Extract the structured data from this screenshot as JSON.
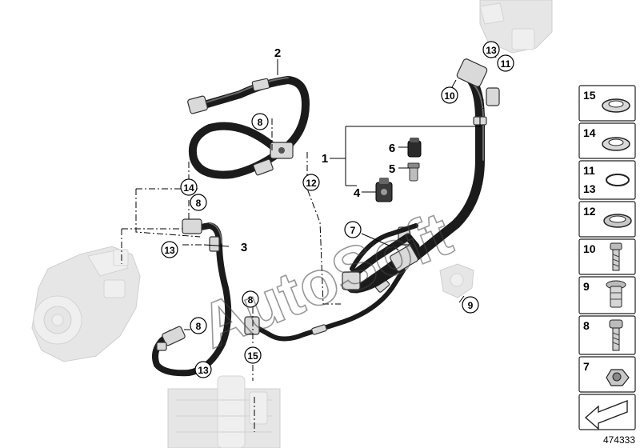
{
  "callouts": {
    "c2": "2",
    "c1": "1",
    "c3": "3",
    "c4": "4",
    "c5": "5",
    "c6": "6",
    "c7": "7",
    "c8a": "8",
    "c8b": "8",
    "c8c": "8",
    "c8d": "8",
    "c9": "9",
    "c10": "10",
    "c11": "11",
    "c12": "12",
    "c13a": "13",
    "c13b": "13",
    "c13c": "13",
    "c14": "14",
    "c15": "15"
  },
  "parts_panel": [
    {
      "label": "15",
      "icon": "sealing-ring-icon"
    },
    {
      "label": "14",
      "icon": "sealing-ring-icon"
    },
    {
      "label": "11\n13",
      "icon": "o-ring-icon"
    },
    {
      "label": "12",
      "icon": "sealing-ring-icon"
    },
    {
      "label": "10",
      "icon": "bolt-icon"
    },
    {
      "label": "9",
      "icon": "valve-insert-icon"
    },
    {
      "label": "8",
      "icon": "screw-icon"
    },
    {
      "label": "7",
      "icon": "hex-nut-icon"
    },
    {
      "label": "",
      "icon": "direction-arrow-icon"
    }
  ],
  "watermark": "AutoSoft",
  "document_number": "474333"
}
